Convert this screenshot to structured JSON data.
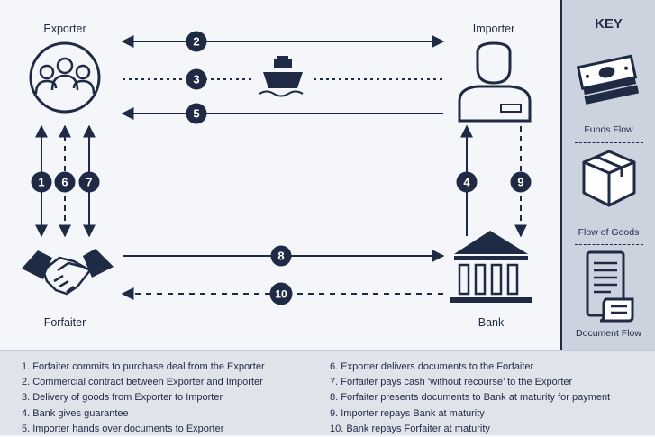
{
  "nodes": {
    "exporter": "Exporter",
    "importer": "Importer",
    "forfaiter": "Forfaiter",
    "bank": "Bank"
  },
  "steps": [
    "1",
    "2",
    "3",
    "4",
    "5",
    "6",
    "7",
    "8",
    "9",
    "10"
  ],
  "key": {
    "title": "KEY",
    "funds": "Funds Flow",
    "goods": "Flow of Goods",
    "documents": "Document Flow"
  },
  "legend": {
    "left": [
      "1. Forfaiter commits to purchase deal from the Exporter",
      "2. Commercial contract between Exporter and Importer",
      "3. Delivery of goods from Exporter to Importer",
      "4. Bank gives guarantee",
      "5. Importer hands over documents to Exporter"
    ],
    "right": [
      "6. Exporter delivers documents to the Forfaiter",
      "7. Forfaiter pays cash ‘without recourse’ to the Exporter",
      "8. Forfaiter presents documents to Bank at maturity for payment",
      "9. Importer repays Bank at maturity",
      "10. Bank repays Forfaiter at maturity"
    ]
  },
  "colors": {
    "navy": "#1f2a44",
    "panel": "#cdd3de",
    "background": "#f4f6f9"
  }
}
